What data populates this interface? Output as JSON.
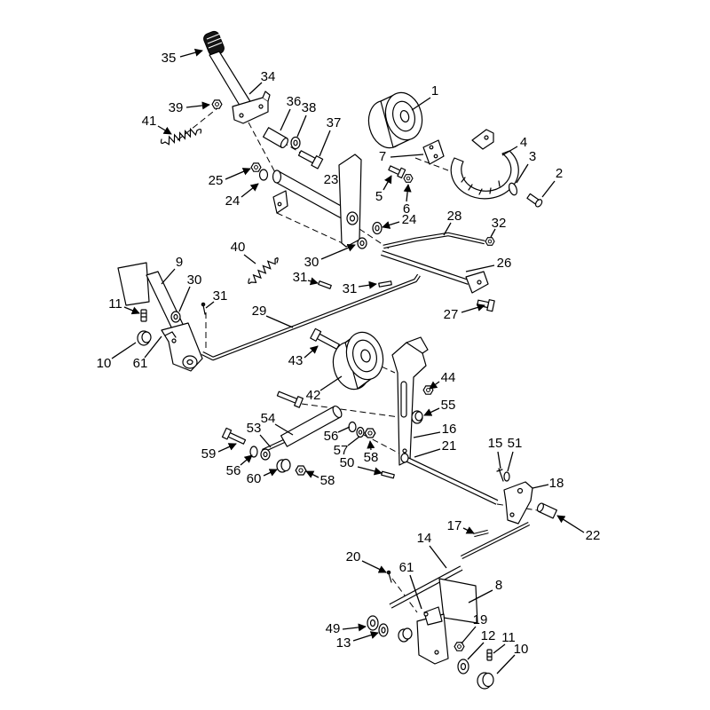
{
  "diagram": {
    "callouts": [
      "35",
      "34",
      "39",
      "41",
      "36",
      "38",
      "37",
      "1",
      "7",
      "4",
      "3",
      "2",
      "25",
      "23",
      "24",
      "5",
      "6",
      "24",
      "28",
      "32",
      "40",
      "30",
      "26",
      "9",
      "31",
      "31",
      "30",
      "31",
      "11",
      "29",
      "27",
      "10",
      "61",
      "43",
      "42",
      "44",
      "55",
      "54",
      "53",
      "56",
      "16",
      "57",
      "21",
      "15",
      "51",
      "59",
      "58",
      "56",
      "50",
      "18",
      "60",
      "58",
      "17",
      "22",
      "14",
      "20",
      "8",
      "61",
      "19",
      "49",
      "12",
      "11",
      "13",
      "10"
    ]
  }
}
